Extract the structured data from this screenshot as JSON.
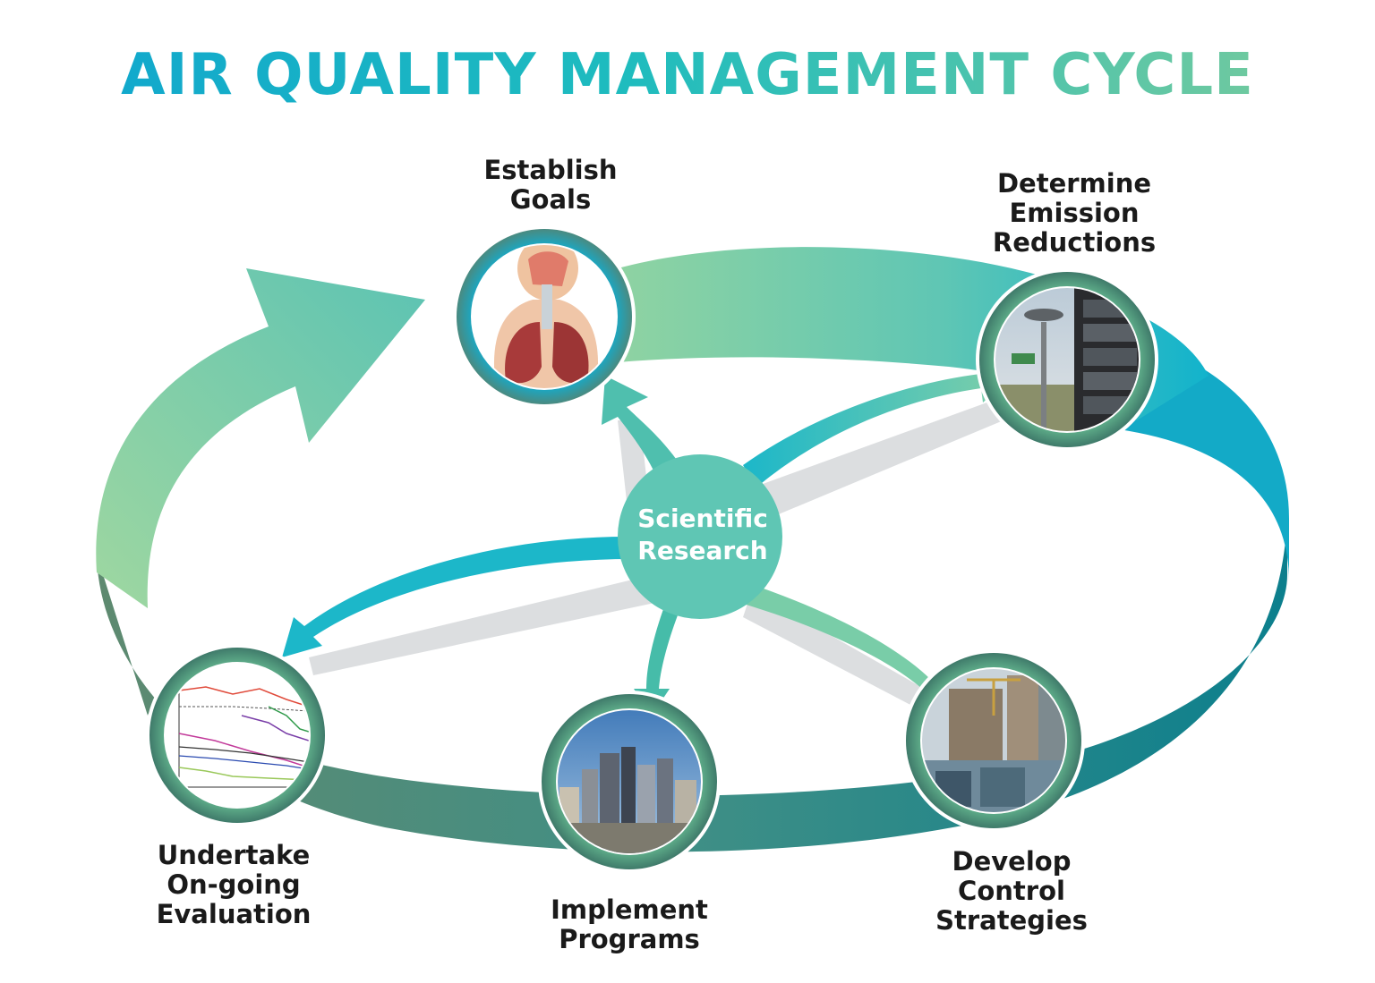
{
  "title": "AIR QUALITY MANAGEMENT CYCLE",
  "center": {
    "line1": "Scientific",
    "line2": "Research"
  },
  "steps": [
    {
      "id": "establish-goals",
      "lines": [
        "Establish",
        "Goals"
      ],
      "image": "respiratory-system-illustration"
    },
    {
      "id": "determine-emission-reductions",
      "lines": [
        "Determine",
        "Emission",
        "Reductions"
      ],
      "image": "air-monitoring-station-photo"
    },
    {
      "id": "develop-control-strategies",
      "lines": [
        "Develop",
        "Control",
        "Strategies"
      ],
      "image": "industrial-construction-photo"
    },
    {
      "id": "implement-programs",
      "lines": [
        "Implement",
        "Programs"
      ],
      "image": "city-skyline-photo"
    },
    {
      "id": "undertake-evaluation",
      "lines": [
        "Undertake",
        "On-going",
        "Evaluation"
      ],
      "image": "emissions-trend-chart"
    }
  ],
  "colors": {
    "teal": "#1ab3c8",
    "green": "#8fd1a3",
    "dark_green": "#5b8d73",
    "dark_teal": "#0f7f8c",
    "hub": "#5fc6b4"
  }
}
